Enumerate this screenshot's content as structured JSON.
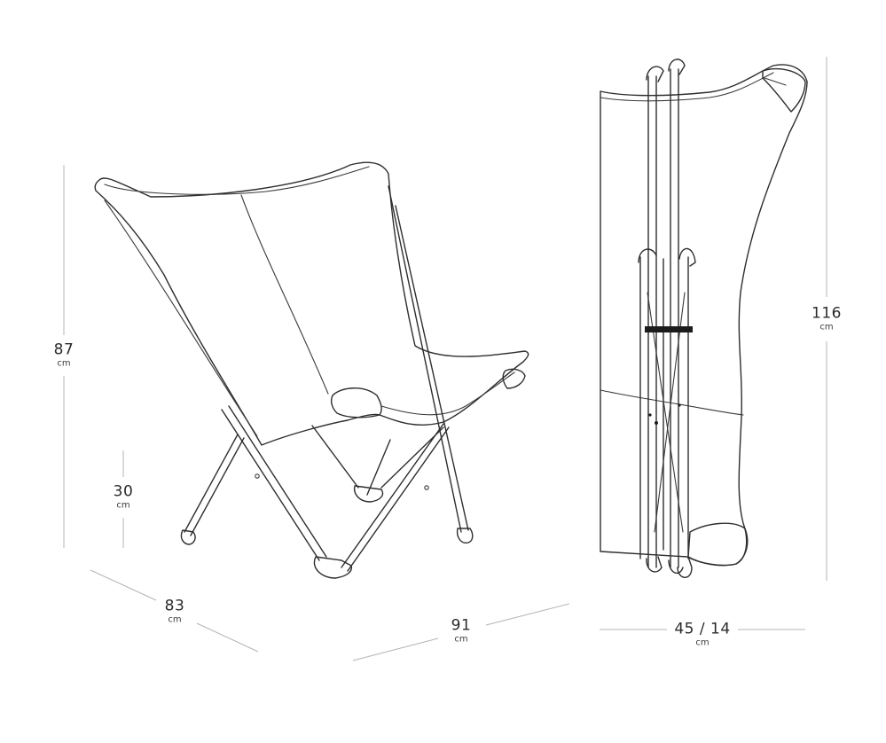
{
  "dimensions": {
    "height_total": {
      "value": "87",
      "unit": "cm"
    },
    "seat_height": {
      "value": "30",
      "unit": "cm"
    },
    "depth": {
      "value": "83",
      "unit": "cm"
    },
    "width": {
      "value": "91",
      "unit": "cm"
    },
    "folded_height": {
      "value": "116",
      "unit": "cm"
    },
    "folded_width": {
      "value": "45 / 14",
      "unit": "cm"
    }
  },
  "colors": {
    "line": "#2e2e2e",
    "dimension_line": "#b4b4b4",
    "strap": "#1c1c1c",
    "background": "#ffffff"
  }
}
